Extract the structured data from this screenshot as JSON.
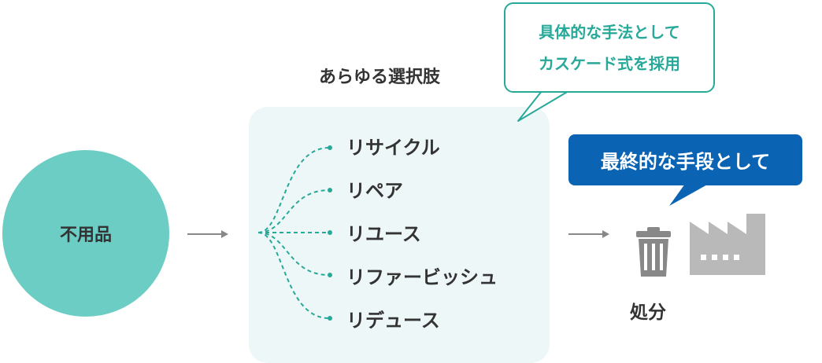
{
  "start": {
    "label": "不用品"
  },
  "options_heading": "あらゆる選択肢",
  "options": [
    "リサイクル",
    "リペア",
    "リユース",
    "リファービッシュ",
    "リデュース"
  ],
  "callout_method": {
    "line1": "具体的な手法として",
    "line2": "カスケード式を採用"
  },
  "callout_final": "最終的な手段として",
  "disposal": {
    "label": "処分"
  },
  "colors": {
    "teal": "#6ccdc5",
    "teal_dark": "#27a999",
    "blue": "#0a63b3",
    "panel": "#eef7f7",
    "gray": "#b9b9b9"
  },
  "icons": [
    "arrow-right-icon",
    "trash-can-icon",
    "factory-icon"
  ]
}
